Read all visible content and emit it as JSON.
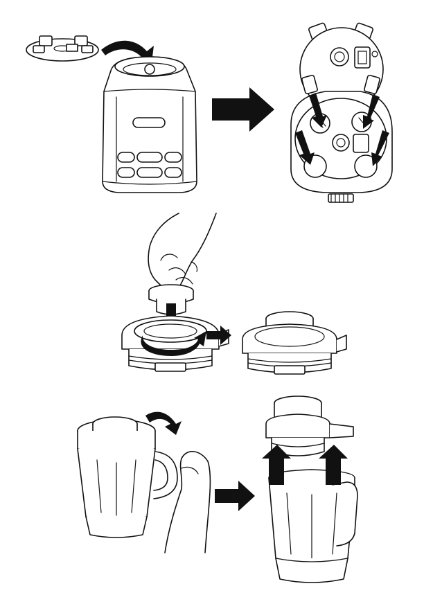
{
  "colors": {
    "line": "#111111",
    "arrow": "#111111",
    "fill": "#ffffff",
    "shade": "#cfcfcf"
  },
  "steps": [
    {
      "id": "step-1",
      "caption": ""
    },
    {
      "id": "step-2",
      "caption": ""
    },
    {
      "id": "step-3",
      "caption": ""
    }
  ]
}
